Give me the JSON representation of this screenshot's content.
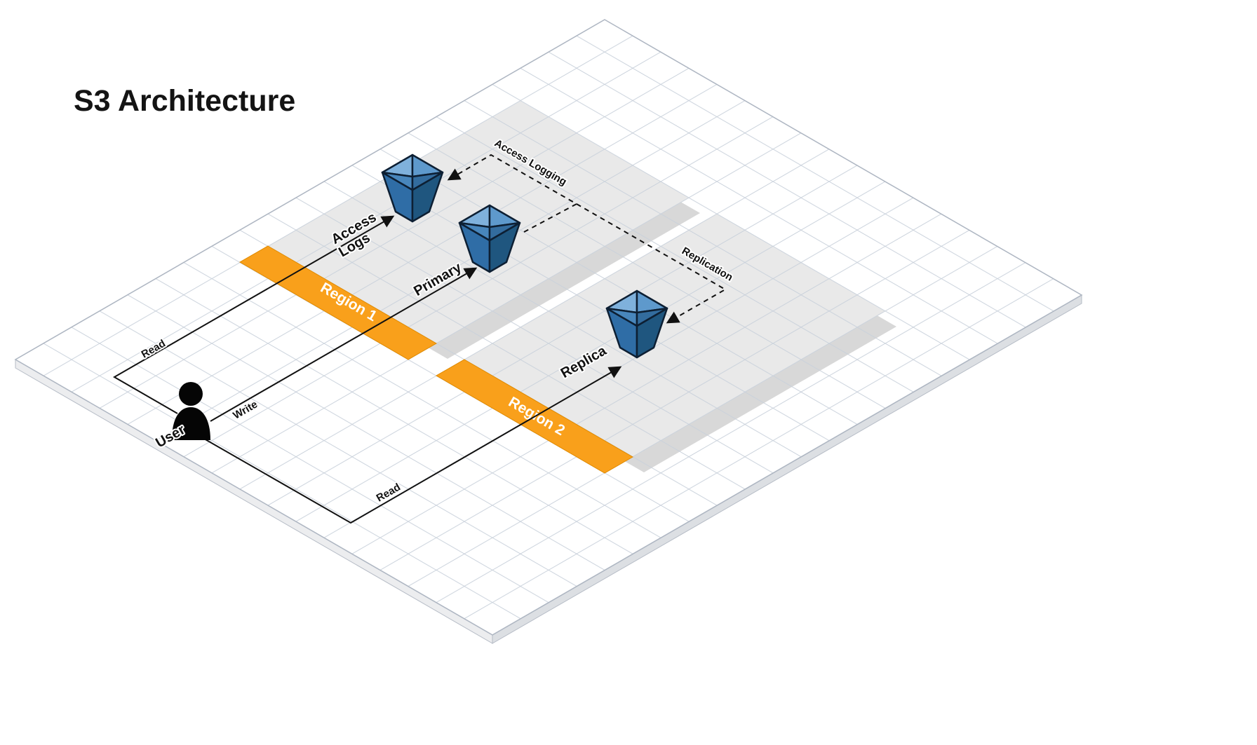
{
  "title": "S3 Architecture",
  "colors": {
    "region_orange": "#F9A01B",
    "zone_gray": "#E9E9E9",
    "zone_shadow": "#D8D8D8",
    "bucket_blue": "#3A76AC",
    "grid_line": "#C9D1DB",
    "connector_black": "#111111"
  },
  "regions": [
    {
      "label": "Region 1"
    },
    {
      "label": "Region 2"
    }
  ],
  "nodes": {
    "user": {
      "label": "User",
      "icon": "person-silhouette"
    },
    "access_logs": {
      "label_line1": "Access",
      "label_line2": "Logs",
      "icon": "s3-bucket"
    },
    "primary": {
      "label": "Primary",
      "icon": "s3-bucket"
    },
    "replica": {
      "label": "Replica",
      "icon": "s3-bucket"
    }
  },
  "connectors": {
    "read_top": {
      "label": "Read",
      "style": "solid"
    },
    "write": {
      "label": "Write",
      "style": "solid"
    },
    "read_bottom": {
      "label": "Read",
      "style": "solid"
    },
    "access_logging": {
      "label": "Access Logging",
      "style": "dashed"
    },
    "replication": {
      "label": "Replication",
      "style": "dashed"
    }
  }
}
